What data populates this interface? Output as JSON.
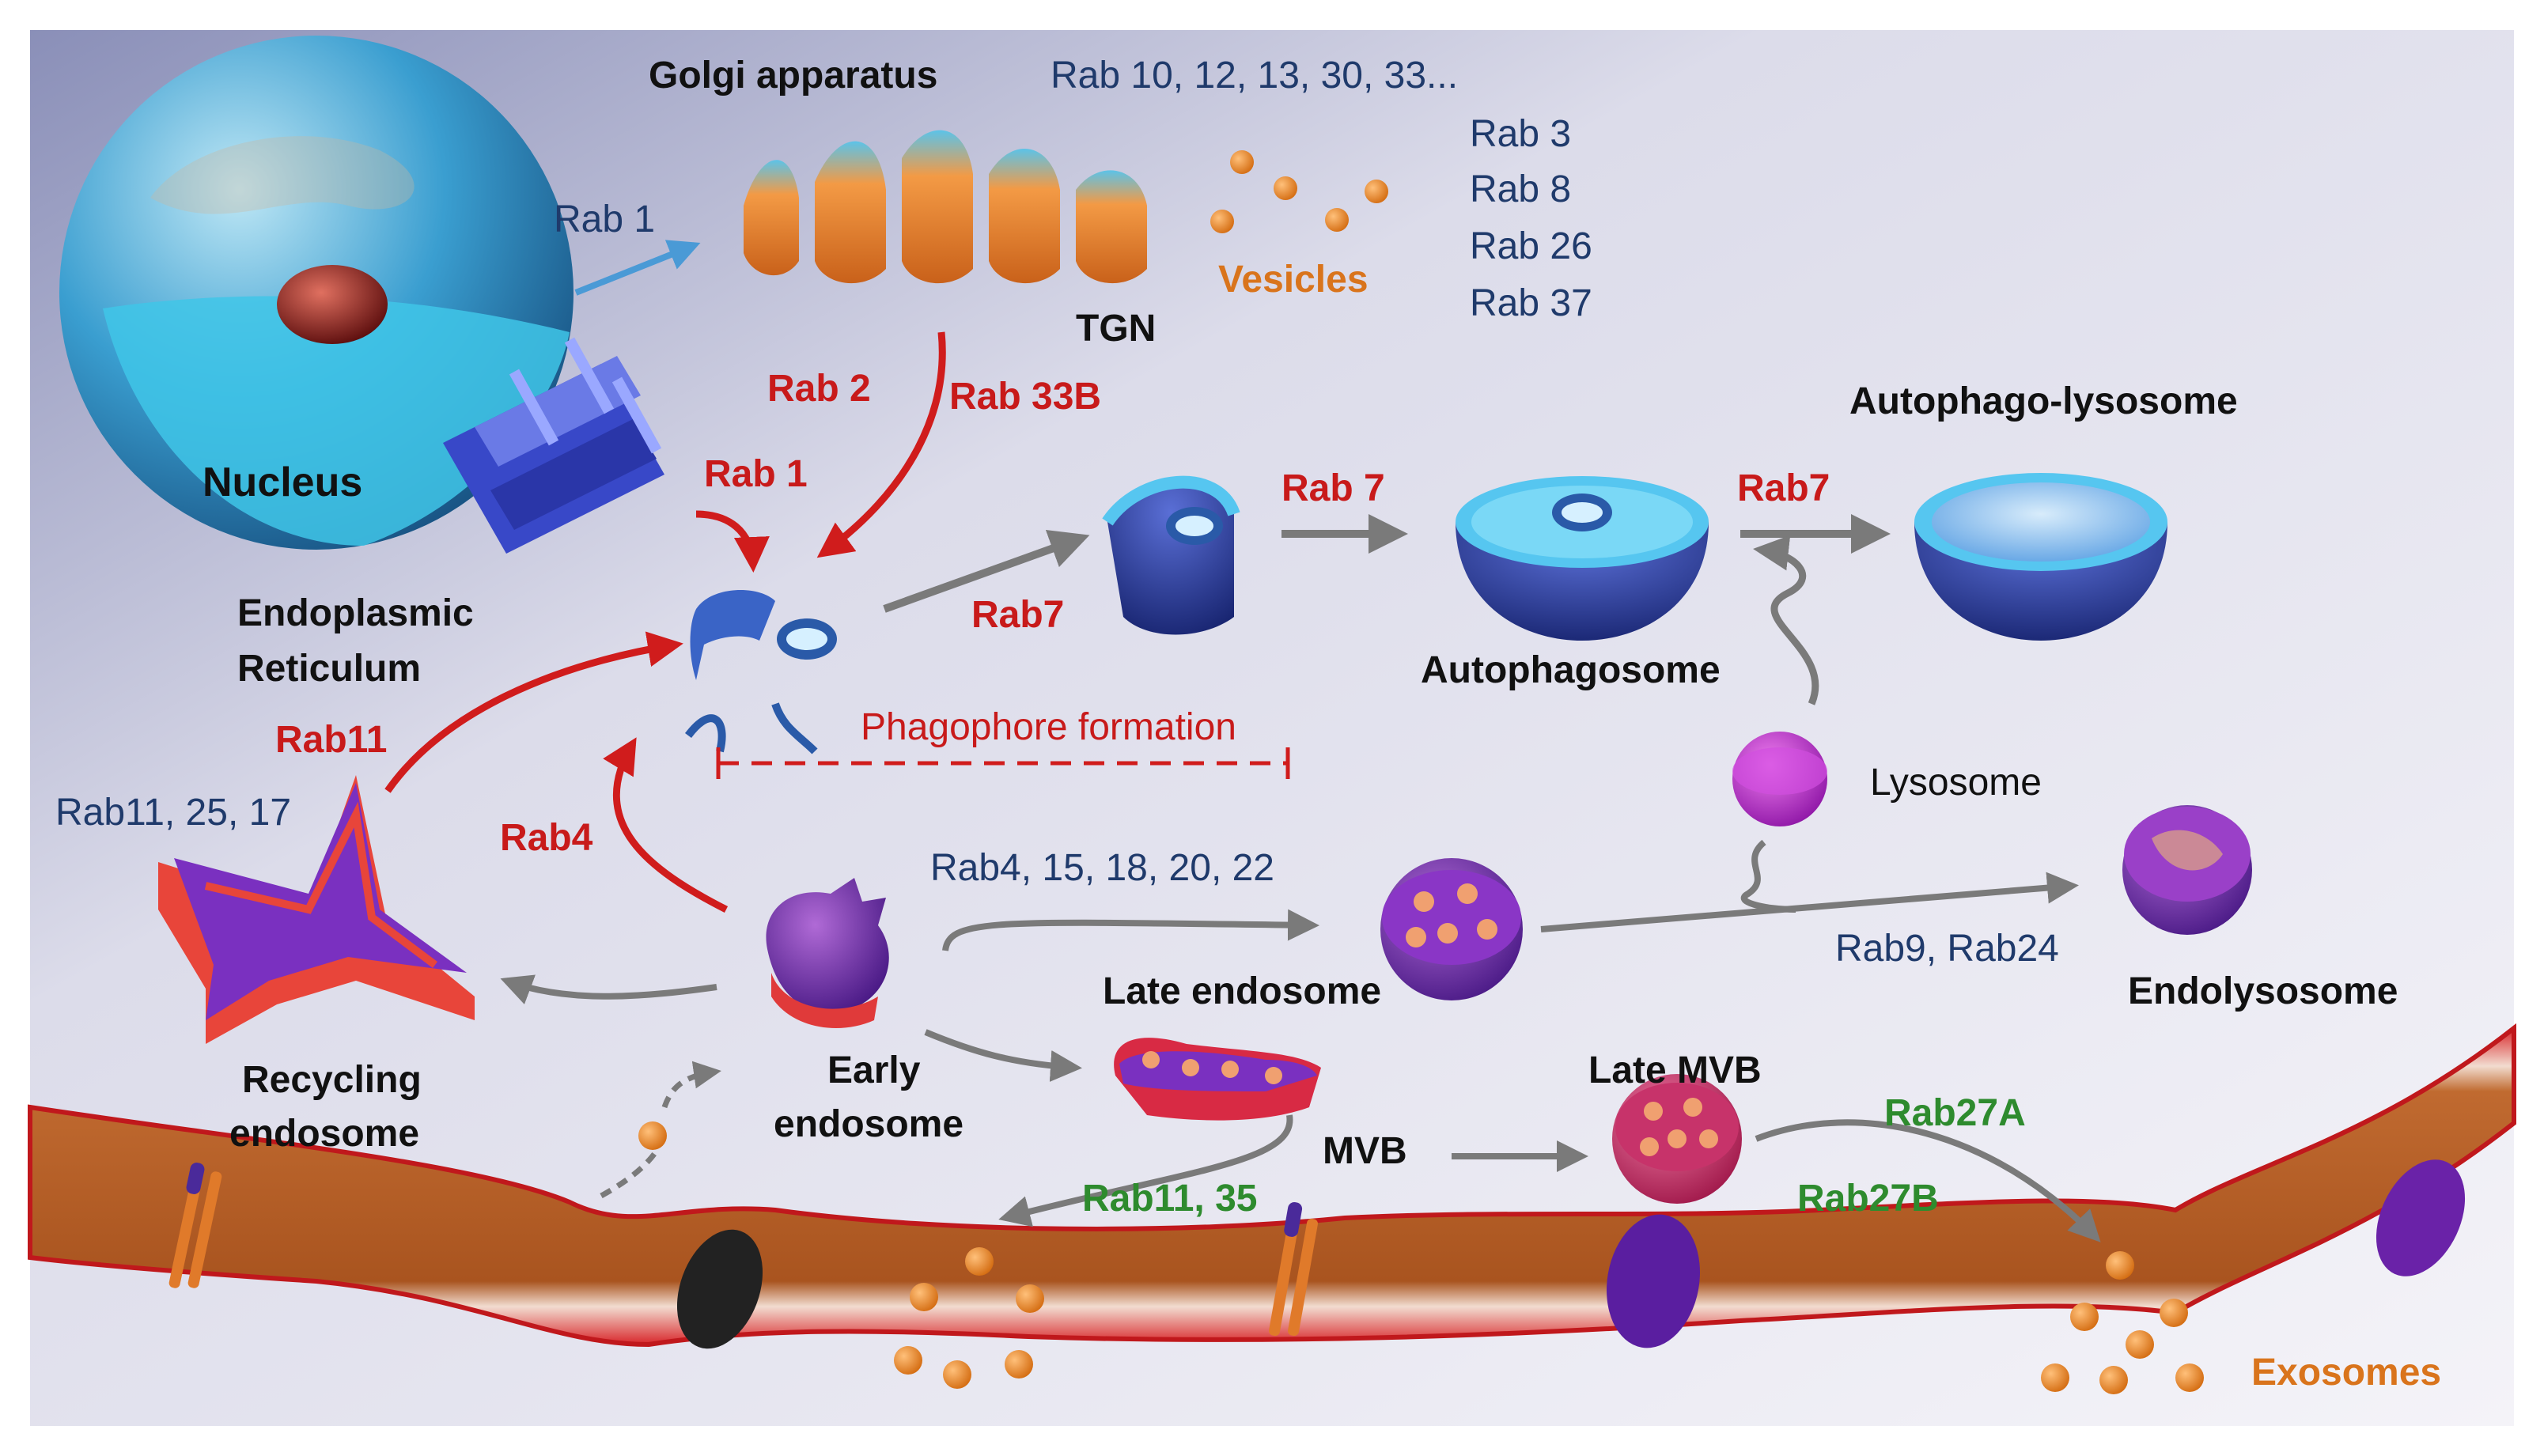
{
  "labels": {
    "golgi_apparatus": "Golgi apparatus",
    "rab_golgi_list": "Rab 10, 12, 13, 30, 33...",
    "rab_3": "Rab 3",
    "rab_8": "Rab 8",
    "rab_26": "Rab 26",
    "rab_37": "Rab 37",
    "rab_1_top": "Rab 1",
    "vesicles": "Vesicles",
    "tgn": "TGN",
    "rab_2": "Rab 2",
    "rab_33b": "Rab 33B",
    "nucleus": "Nucleus",
    "rab_1_er": "Rab 1",
    "endoplasmic_line1": "Endoplasmic",
    "endoplasmic_line2": "Reticulum",
    "rab7_phago": "Rab7",
    "rab_7_auto": "Rab 7",
    "rab7_lyso": "Rab7",
    "autophago_lysosome": "Autophago-lysosome",
    "autophagosome": "Autophagosome",
    "phagophore_formation": "Phagophore formation",
    "rab11_red": "Rab11",
    "rab11_25_17": "Rab11, 25, 17",
    "rab4_red": "Rab4",
    "lysosome": "Lysosome",
    "rab_early_list": "Rab4, 15, 18, 20, 22",
    "late_endosome": "Late endosome",
    "rab9_rab24": "Rab9, Rab24",
    "endolysosome": "Endolysosome",
    "recycling_line1": "Recycling",
    "recycling_line2": "endosome",
    "early_line1": "Early",
    "early_line2": "endosome",
    "late_mvb": "Late MVB",
    "mvb": "MVB",
    "rab27a": "Rab27A",
    "rab27b": "Rab27B",
    "rab11_35": "Rab11, 35",
    "exosomes": "Exosomes"
  },
  "colors": {
    "navy_label": "#1f3a6b",
    "red_label": "#c81a1a",
    "orange_label": "#d9741c",
    "green_label": "#2e8b2e",
    "membrane_core": "#b8682e",
    "vesicle_orange": "#e8862a"
  }
}
